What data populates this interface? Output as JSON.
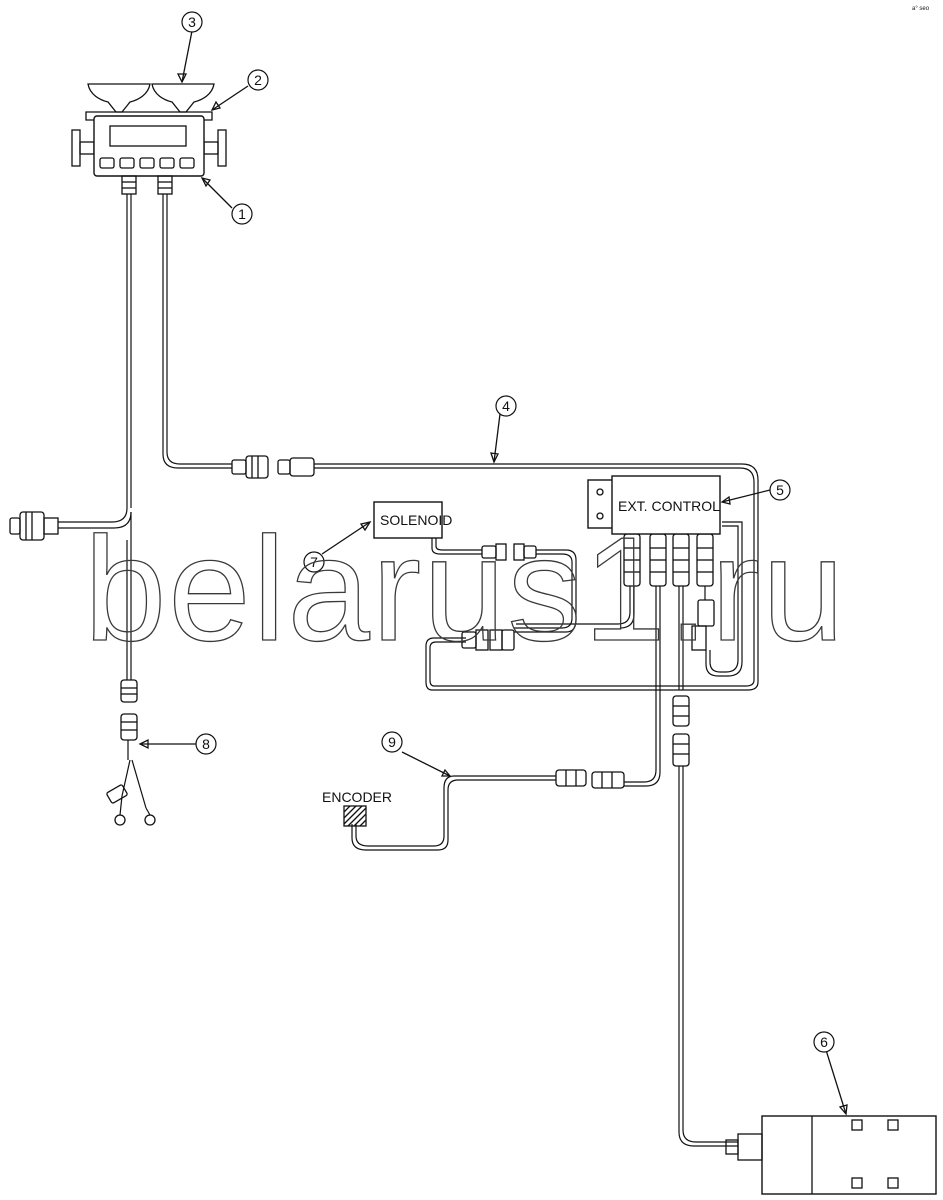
{
  "labels": {
    "ext_control": "EXT. CONTROL",
    "solenoid": "SOLENOID",
    "encoder": "ENCODER"
  },
  "watermark": "belarus1.ru",
  "corner_mark": "a° seo",
  "callouts": {
    "c1": "1",
    "c2": "2",
    "c3": "3",
    "c4": "4",
    "c5": "5",
    "c6": "6",
    "c7": "7",
    "c8": "8",
    "c9": "9"
  }
}
